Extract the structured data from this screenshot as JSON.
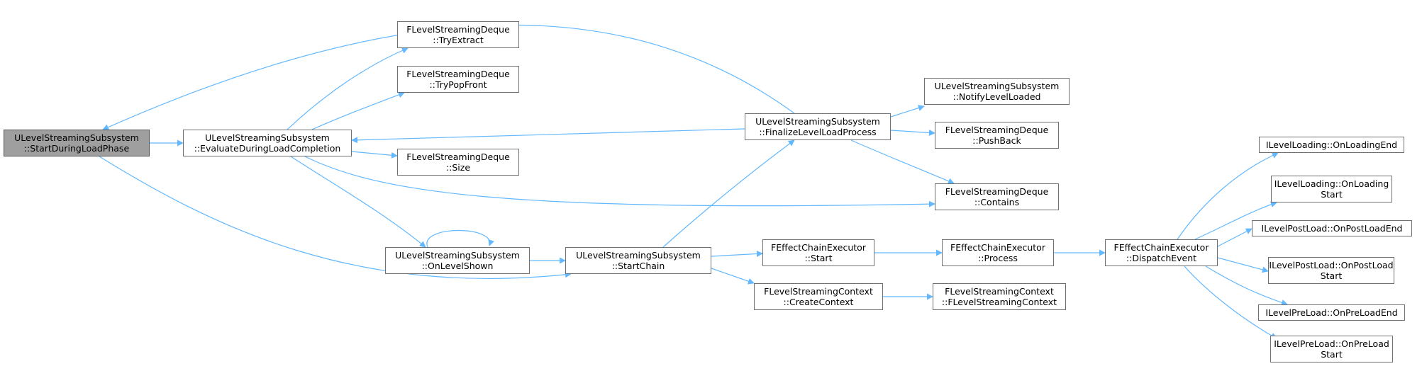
{
  "diagram": {
    "edge_color": "#63b8ff",
    "node_border_color": "#6f6f6f",
    "root_fill_color": "#9f9f9f",
    "nodes": [
      {
        "id": "start_during_load",
        "lines": [
          "ULevelStreamingSubsystem",
          "::StartDuringLoadPhase"
        ],
        "root": true
      },
      {
        "id": "evaluate",
        "lines": [
          "ULevelStreamingSubsystem",
          "::EvaluateDuringLoadCompletion"
        ]
      },
      {
        "id": "try_extract",
        "lines": [
          "FLevelStreamingDeque",
          "::TryExtract"
        ]
      },
      {
        "id": "try_pop_front",
        "lines": [
          "FLevelStreamingDeque",
          "::TryPopFront"
        ]
      },
      {
        "id": "size",
        "lines": [
          "FLevelStreamingDeque",
          "::Size"
        ]
      },
      {
        "id": "finalize",
        "lines": [
          "ULevelStreamingSubsystem",
          "::FinalizeLevelLoadProcess"
        ]
      },
      {
        "id": "notify_loaded",
        "lines": [
          "ULevelStreamingSubsystem",
          "::NotifyLevelLoaded"
        ]
      },
      {
        "id": "push_back",
        "lines": [
          "FLevelStreamingDeque",
          "::PushBack"
        ]
      },
      {
        "id": "contains",
        "lines": [
          "FLevelStreamingDeque",
          "::Contains"
        ]
      },
      {
        "id": "on_level_shown",
        "lines": [
          "ULevelStreamingSubsystem",
          "::OnLevelShown"
        ]
      },
      {
        "id": "start_chain",
        "lines": [
          "ULevelStreamingSubsystem",
          "::StartChain"
        ]
      },
      {
        "id": "fx_start",
        "lines": [
          "FEffectChainExecutor",
          "::Start"
        ]
      },
      {
        "id": "fx_process",
        "lines": [
          "FEffectChainExecutor",
          "::Process"
        ]
      },
      {
        "id": "fx_dispatch",
        "lines": [
          "FEffectChainExecutor",
          "::DispatchEvent"
        ]
      },
      {
        "id": "create_context",
        "lines": [
          "FLevelStreamingContext",
          "::CreateContext"
        ]
      },
      {
        "id": "ctx_ctor",
        "lines": [
          "FLevelStreamingContext",
          "::FLevelStreamingContext"
        ]
      },
      {
        "id": "loading_end",
        "lines": [
          "ILevelLoading::OnLoadingEnd"
        ]
      },
      {
        "id": "loading_start",
        "lines": [
          "ILevelLoading::OnLoading",
          "Start"
        ]
      },
      {
        "id": "postload_end",
        "lines": [
          "ILevelPostLoad::OnPostLoadEnd"
        ]
      },
      {
        "id": "postload_start",
        "lines": [
          "ILevelPostLoad::OnPostLoad",
          "Start"
        ]
      },
      {
        "id": "preload_end",
        "lines": [
          "ILevelPreLoad::OnPreLoadEnd"
        ]
      },
      {
        "id": "preload_start",
        "lines": [
          "ILevelPreLoad::OnPreLoad",
          "Start"
        ]
      }
    ],
    "edges": [
      {
        "from": "start_during_load",
        "to": "evaluate"
      },
      {
        "from": "start_during_load",
        "to": "start_chain"
      },
      {
        "from": "evaluate",
        "to": "try_extract"
      },
      {
        "from": "evaluate",
        "to": "try_pop_front"
      },
      {
        "from": "evaluate",
        "to": "size"
      },
      {
        "from": "evaluate",
        "to": "contains"
      },
      {
        "from": "evaluate",
        "to": "on_level_shown"
      },
      {
        "from": "finalize",
        "to": "start_during_load"
      },
      {
        "from": "finalize",
        "to": "evaluate"
      },
      {
        "from": "finalize",
        "to": "notify_loaded"
      },
      {
        "from": "finalize",
        "to": "push_back"
      },
      {
        "from": "finalize",
        "to": "contains"
      },
      {
        "from": "on_level_shown",
        "to": "on_level_shown"
      },
      {
        "from": "on_level_shown",
        "to": "start_chain"
      },
      {
        "from": "start_chain",
        "to": "finalize"
      },
      {
        "from": "start_chain",
        "to": "fx_start"
      },
      {
        "from": "start_chain",
        "to": "create_context"
      },
      {
        "from": "fx_start",
        "to": "fx_process"
      },
      {
        "from": "fx_process",
        "to": "fx_dispatch"
      },
      {
        "from": "create_context",
        "to": "ctx_ctor"
      },
      {
        "from": "fx_dispatch",
        "to": "loading_end"
      },
      {
        "from": "fx_dispatch",
        "to": "loading_start"
      },
      {
        "from": "fx_dispatch",
        "to": "postload_end"
      },
      {
        "from": "fx_dispatch",
        "to": "postload_start"
      },
      {
        "from": "fx_dispatch",
        "to": "preload_end"
      },
      {
        "from": "fx_dispatch",
        "to": "preload_start"
      }
    ]
  }
}
